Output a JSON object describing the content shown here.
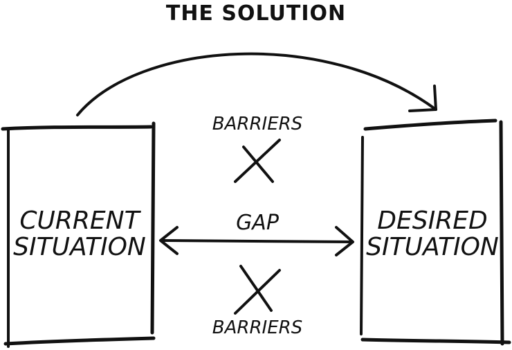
{
  "title": "THE SOLUTION",
  "left_box": {
    "label_line1": "CURRENT",
    "label_line2": "SITUATION"
  },
  "right_box": {
    "label_line1": "DESIRED",
    "label_line2": "SITUATION"
  },
  "gap": {
    "label": "GAP"
  },
  "barriers_top": {
    "label": "BARRIERS"
  },
  "barriers_bottom": {
    "label": "BARRIERS"
  }
}
